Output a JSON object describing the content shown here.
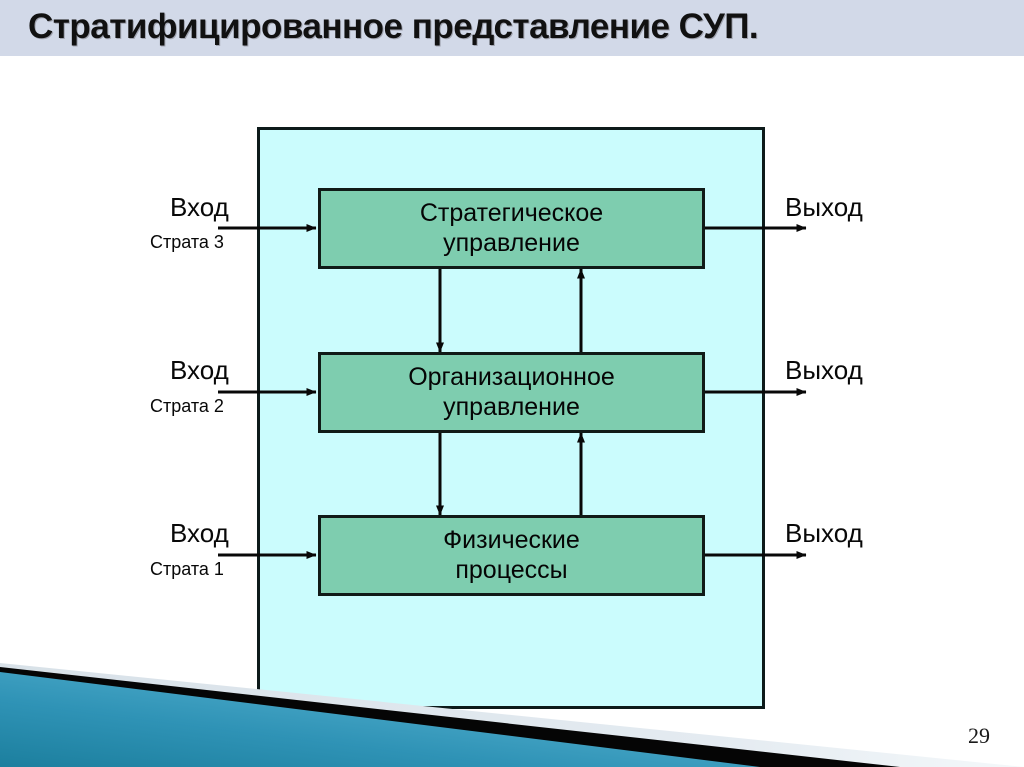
{
  "slide": {
    "title": "Стратифицированное представление СУП.",
    "page_number": "29",
    "title_band_color": "#d2d9e8",
    "container_fill": "#cbfcfd",
    "box_fill": "#7ecdaf",
    "line_color": "#101a17"
  },
  "diagram": {
    "type": "block-diagram",
    "container_label": "stratified-management-system",
    "boxes": [
      {
        "id": "strategic",
        "line1": "Стратегическое",
        "line2": "управление",
        "stratum": "Страта 3"
      },
      {
        "id": "organizational",
        "line1": "Организационное",
        "line2": "управление",
        "stratum": "Страта 2"
      },
      {
        "id": "physical",
        "line1": "Физические",
        "line2": "процессы",
        "stratum": "Страта 1"
      }
    ],
    "rows": [
      {
        "input_label": "Вход",
        "strata_label": "Страта 3",
        "output_label": "Выход"
      },
      {
        "input_label": "Вход",
        "strata_label": "Страта 2",
        "output_label": "Выход"
      },
      {
        "input_label": "Вход",
        "strata_label": "Страта 1",
        "output_label": "Выход"
      }
    ],
    "internal_arrows": [
      {
        "from": "strategic",
        "to": "organizational",
        "direction": "down"
      },
      {
        "from": "organizational",
        "to": "strategic",
        "direction": "up"
      },
      {
        "from": "organizational",
        "to": "physical",
        "direction": "down"
      },
      {
        "from": "physical",
        "to": "organizational",
        "direction": "up"
      }
    ]
  }
}
